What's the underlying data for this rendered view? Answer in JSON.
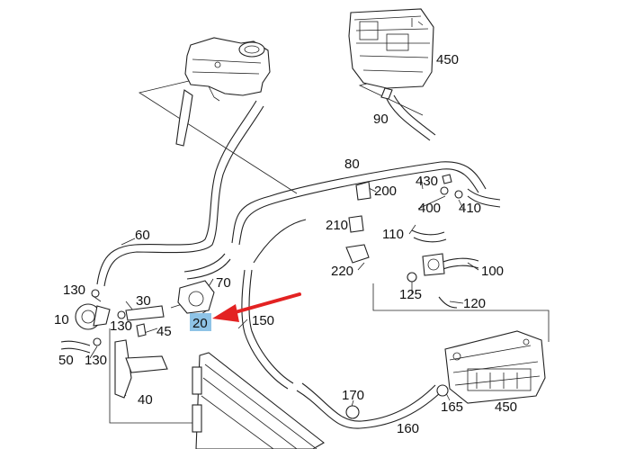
{
  "diagram": {
    "callouts": [
      {
        "id": "450-top",
        "text": "450"
      },
      {
        "id": "90",
        "text": "90"
      },
      {
        "id": "80",
        "text": "80"
      },
      {
        "id": "430",
        "text": "430"
      },
      {
        "id": "200",
        "text": "200"
      },
      {
        "id": "400",
        "text": "400"
      },
      {
        "id": "410",
        "text": "410"
      },
      {
        "id": "210",
        "text": "210"
      },
      {
        "id": "110",
        "text": "110"
      },
      {
        "id": "60",
        "text": "60"
      },
      {
        "id": "220",
        "text": "220"
      },
      {
        "id": "100",
        "text": "100"
      },
      {
        "id": "130-a",
        "text": "130"
      },
      {
        "id": "70",
        "text": "70"
      },
      {
        "id": "125",
        "text": "125"
      },
      {
        "id": "30",
        "text": "30"
      },
      {
        "id": "120",
        "text": "120"
      },
      {
        "id": "10",
        "text": "10"
      },
      {
        "id": "150",
        "text": "150"
      },
      {
        "id": "130-b",
        "text": "130"
      },
      {
        "id": "45",
        "text": "45"
      },
      {
        "id": "50",
        "text": "50"
      },
      {
        "id": "130-c",
        "text": "130"
      },
      {
        "id": "170",
        "text": "170"
      },
      {
        "id": "40",
        "text": "40"
      },
      {
        "id": "165",
        "text": "165"
      },
      {
        "id": "450-bottom",
        "text": "450"
      },
      {
        "id": "160",
        "text": "160"
      }
    ],
    "highlight": {
      "text": "20",
      "color": "#8ec3e6"
    },
    "arrow_color": "#e32222"
  }
}
